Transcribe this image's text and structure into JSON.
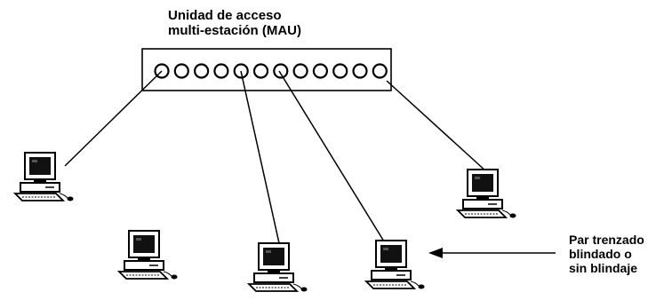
{
  "mau": {
    "label_lines": [
      "Unidad de acceso",
      "multi-estación (MAU)"
    ],
    "port_count": 12
  },
  "computers": [
    {
      "name": "computer-1",
      "connected": true
    },
    {
      "name": "computer-2",
      "connected": false
    },
    {
      "name": "computer-3",
      "connected": true
    },
    {
      "name": "computer-4",
      "connected": true
    },
    {
      "name": "computer-5",
      "connected": true
    }
  ],
  "cable_callout": {
    "label_lines": [
      "Par trenzado",
      "blindado o",
      "sin blindaje"
    ]
  },
  "colors": {
    "ink": "#000000",
    "screen": "#111111",
    "background": "#ffffff"
  }
}
